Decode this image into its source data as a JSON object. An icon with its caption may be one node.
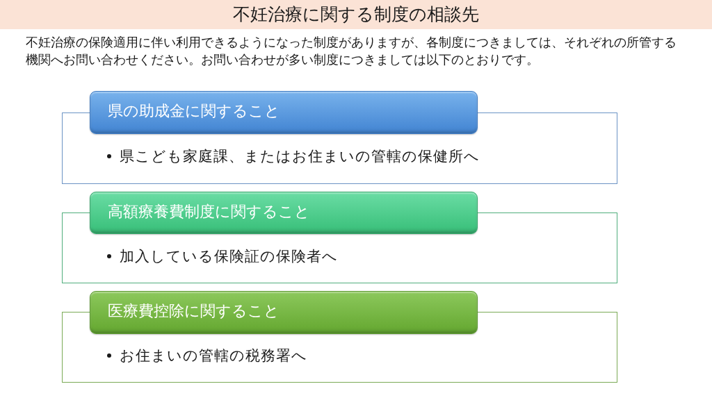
{
  "diagram": {
    "title": "不妊治療に関する制度の相談先",
    "nodes": [
      {
        "text": [
          "県の助成金に関すること"
        ]
      },
      {
        "text": [
          "県こども家庭課、またはお住まいの管轄の保健所へ"
        ]
      },
      {
        "text": [
          "高額療養費制度に関すること"
        ]
      },
      {
        "text": [
          "加入している保険証の保険者へ"
        ]
      },
      {
        "text": [
          "医療費控除に関すること"
        ]
      },
      {
        "text": [
          "お住まいの管轄の税務署へ"
        ]
      }
    ],
    "labels": [
      "不妊治療の保険適用に伴い利用できるようになった制度がありますが、各制度につきましては、それぞれの所管する機関へお問い合わせください。お問い合わせが多い制度につきましては以下のとおりです。"
    ]
  }
}
